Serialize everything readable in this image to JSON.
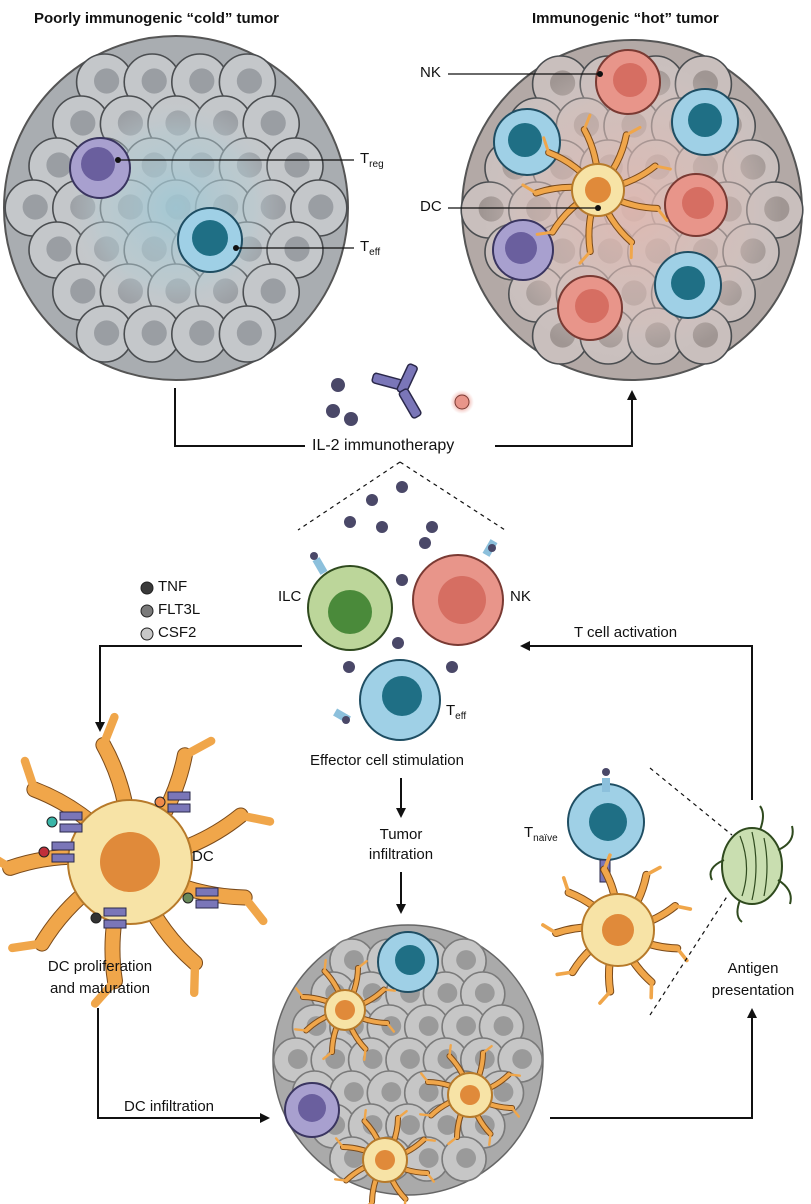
{
  "titles": {
    "cold": "Poorly immunogenic “cold” tumor",
    "hot": "Immunogenic “hot” tumor"
  },
  "cold_labels": {
    "treg_main": "T",
    "treg_sub": "reg",
    "teff_main": "T",
    "teff_sub": "eff"
  },
  "hot_labels": {
    "nk": "NK",
    "dc": "DC"
  },
  "therapy": "IL-2 immunotherapy",
  "legend": [
    {
      "label": "TNF",
      "color": "#3a3a3a"
    },
    {
      "label": "FLT3L",
      "color": "#7a7a7a"
    },
    {
      "label": "CSF2",
      "color": "#c8c8c8"
    }
  ],
  "effector": {
    "ilc": "ILC",
    "nk": "NK",
    "teff_main": "T",
    "teff_sub": "eff",
    "caption": "Effector cell stimulation"
  },
  "flow": {
    "t_activation": "T cell activation",
    "tumor_infiltration_1": "Tumor",
    "tumor_infiltration_2": "infiltration",
    "dc_label": "DC",
    "dc_prolif_1": "DC proliferation",
    "dc_prolif_2": "and maturation",
    "dc_infiltration": "DC infiltration",
    "tnaive_main": "T",
    "tnaive_sub": "naïve",
    "antigen_1": "Antigen",
    "antigen_2": "presentation"
  },
  "colors": {
    "tumor_gray": "#b9bcbf",
    "tumor_dark": "#8d9196",
    "cold_tint": "#a9cbd6",
    "hot_tint": "#d9b3ad",
    "treg": "#a8a0cf",
    "teff": "#9fd0e6",
    "teff_nucleus": "#1f6f85",
    "nk": "#e8958a",
    "dc_body": "#f7e3a6",
    "dc_nucleus": "#e08a3a",
    "ilc": "#bcd69a",
    "ilc_nucleus": "#4a8a3a",
    "il2": "#4a4868"
  }
}
